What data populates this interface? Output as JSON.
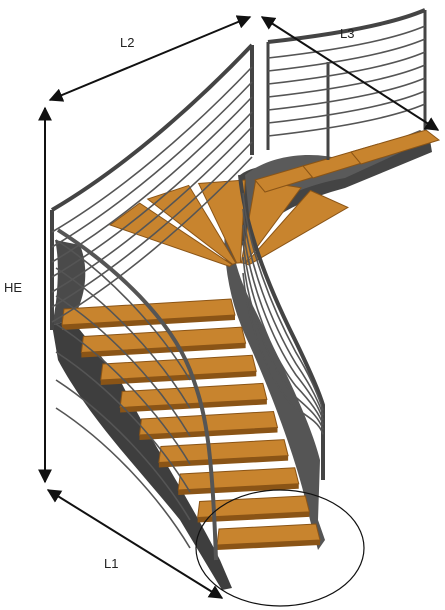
{
  "labels": {
    "l1": "L1",
    "l2": "L2",
    "l3": "L3",
    "he": "HE"
  },
  "colors": {
    "wood": "#c8842e",
    "wood_dark": "#8a5416",
    "steel": "#4a4a4a",
    "steel_dark": "#2a2a2a",
    "rail": "#555555",
    "arrow": "#111111"
  },
  "stair": {
    "lower_treads": 9,
    "upper_treads": 3,
    "winder_treads": 5,
    "lower_rails": 7,
    "upper_rails": 7
  }
}
